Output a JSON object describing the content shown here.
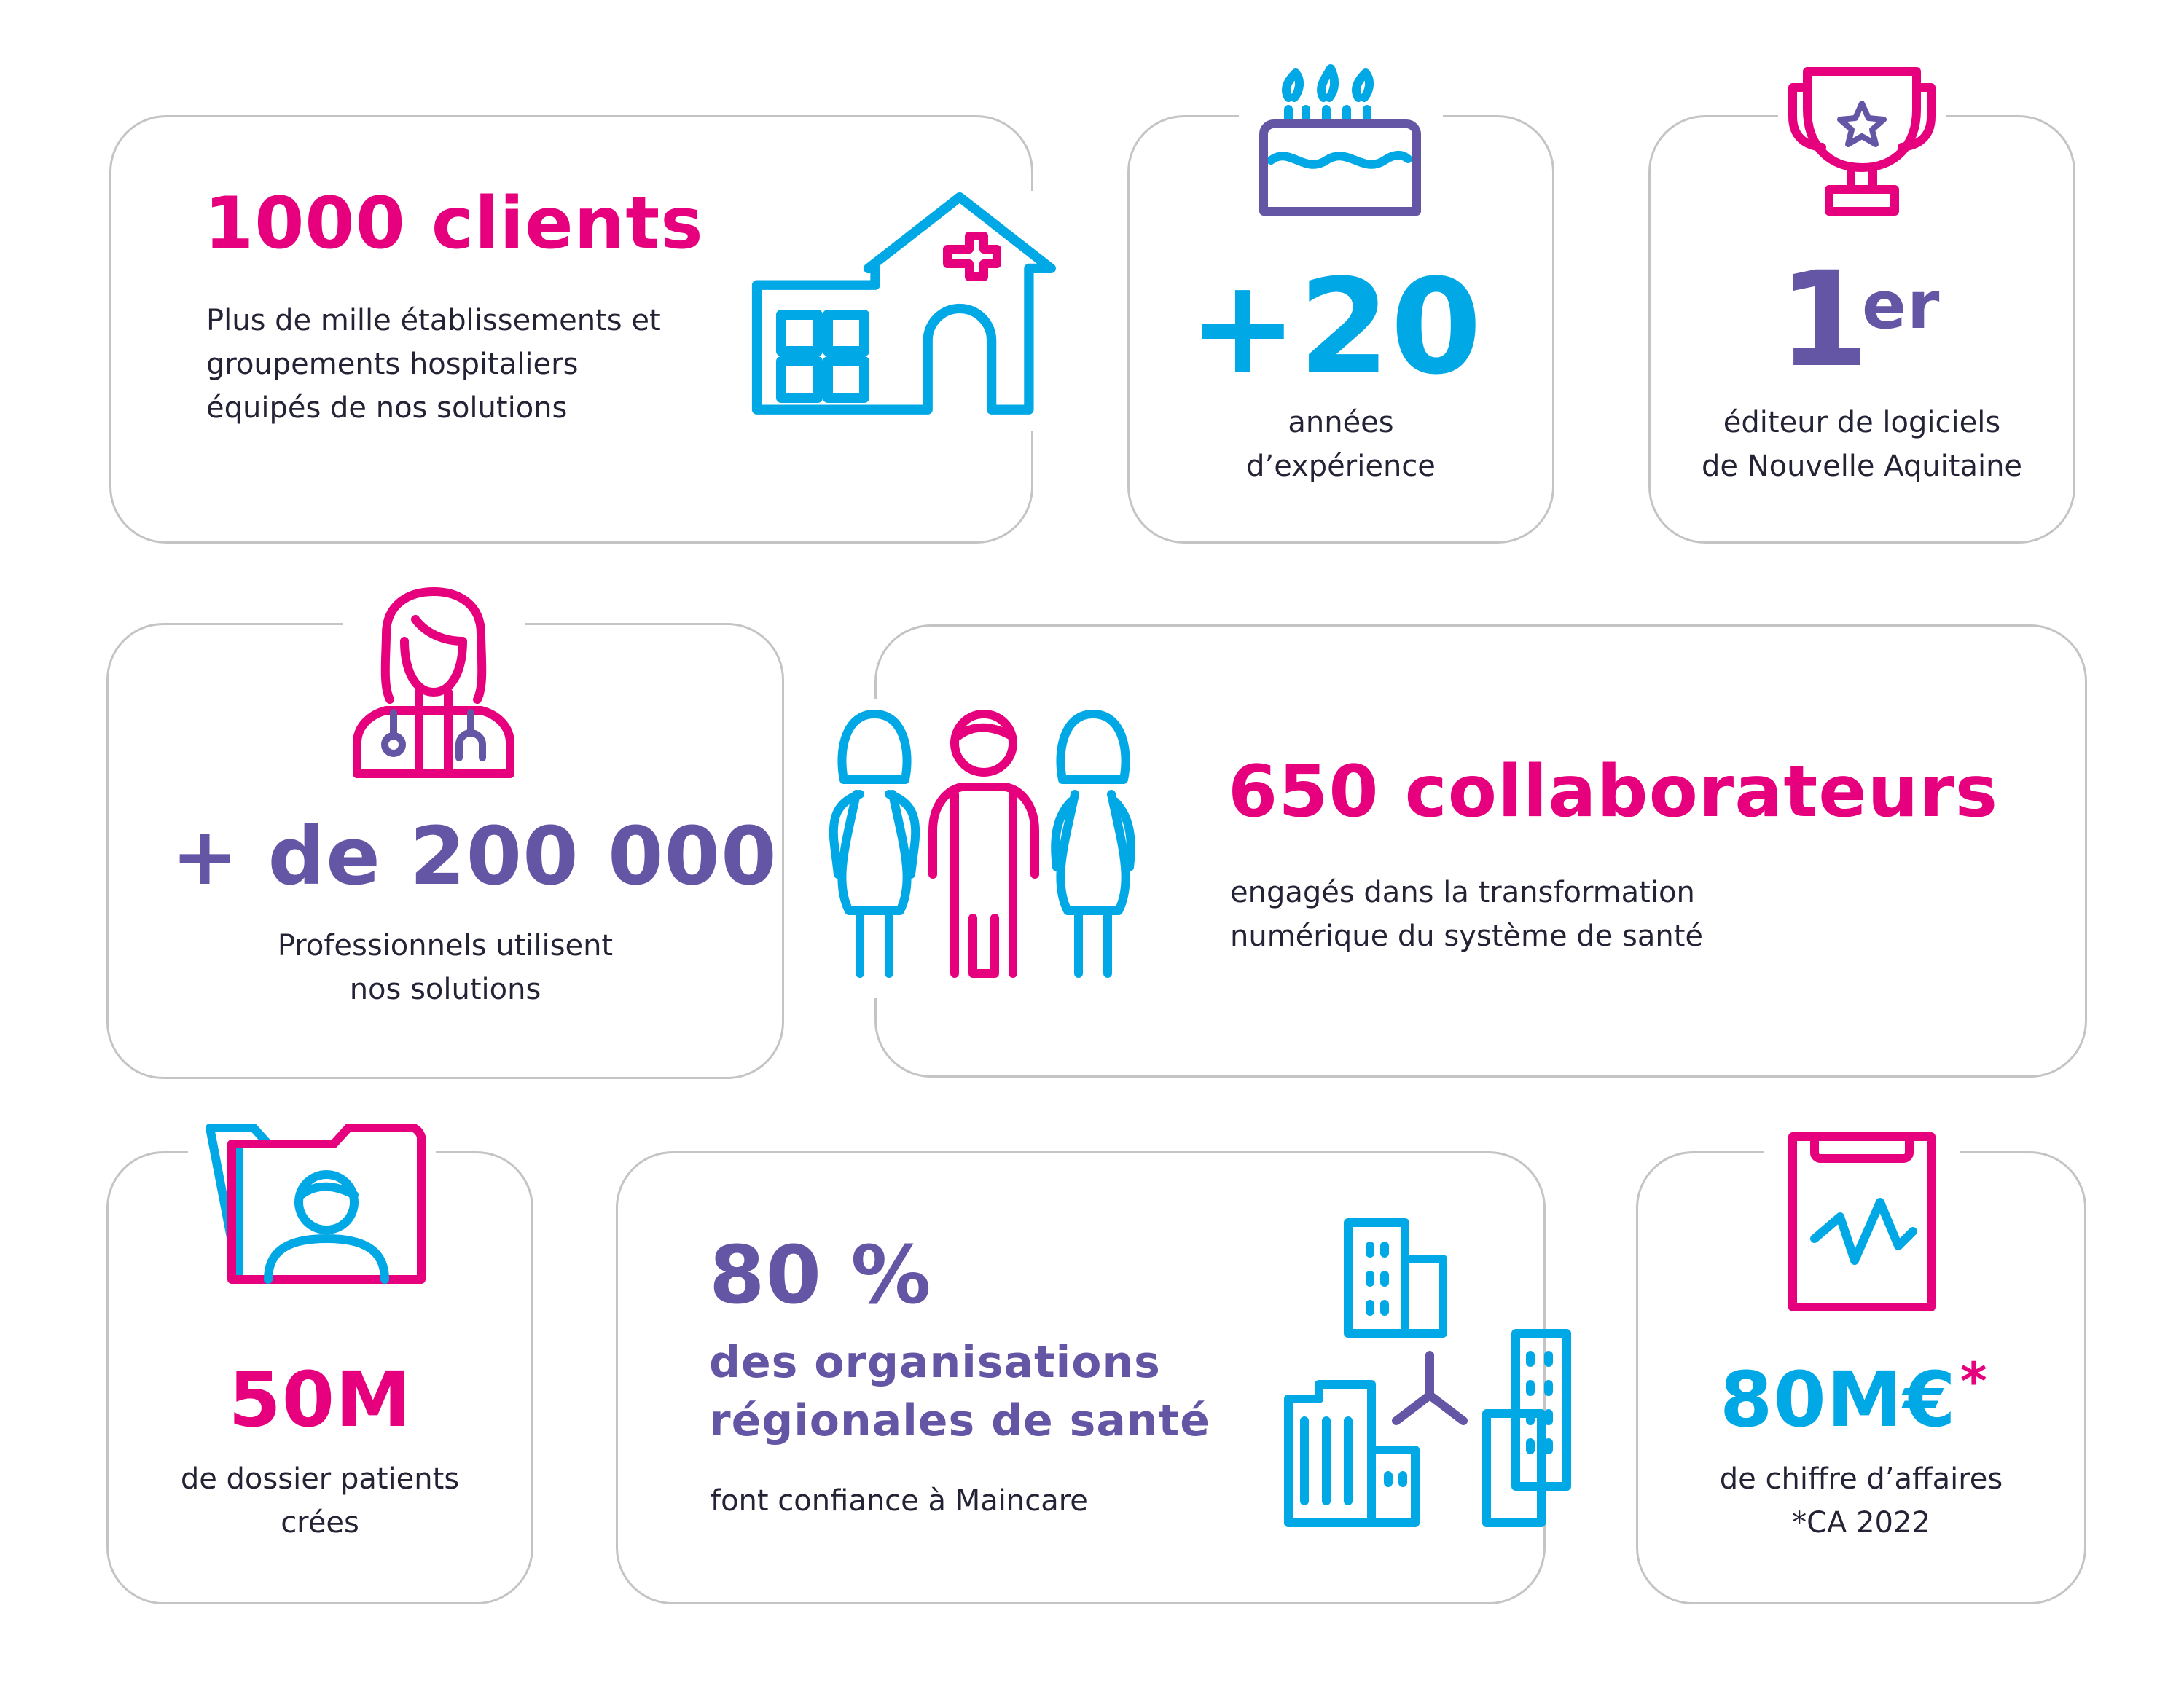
{
  "colors": {
    "pink": "#e6007e",
    "blue": "#00a8e6",
    "purple": "#6555a5",
    "border": "#c4c4c4",
    "text": "#232335"
  },
  "clients": {
    "value": "1000 clients",
    "desc": [
      "Plus de mille établissements  et",
      "groupements hospitaliers",
      "équipés de nos solutions"
    ],
    "icon": "hospital-icon"
  },
  "experience": {
    "value": "+20",
    "desc": [
      "années",
      "d’expérience"
    ],
    "icon": "birthday-cake-icon"
  },
  "ranking": {
    "value": "1",
    "sup": "er",
    "desc": [
      "éditeur de logiciels",
      "de Nouvelle Aquitaine"
    ],
    "icon": "trophy-icon"
  },
  "professionals": {
    "value": "+ de 200 000",
    "desc": [
      "Professionnels utilisent",
      "nos solutions"
    ],
    "icon": "doctor-icon"
  },
  "collaborators": {
    "value": "650 collaborateurs",
    "desc": [
      "engagés dans la transformation",
      "numérique du système de santé"
    ],
    "icon": "people-group-icon"
  },
  "patients": {
    "value": "50M",
    "desc": [
      "de dossier patients",
      "crées"
    ],
    "icon": "patient-file-icon"
  },
  "organisations": {
    "value": "80 %",
    "subtitle": [
      "des organisations",
      "régionales de santé"
    ],
    "desc": "font confiance à Maincare",
    "icon": "connected-buildings-icon"
  },
  "revenue": {
    "value": "80M€",
    "star": "*",
    "desc": [
      "de chiffre d’affaires",
      "*CA 2022"
    ],
    "icon": "medical-chart-icon"
  }
}
